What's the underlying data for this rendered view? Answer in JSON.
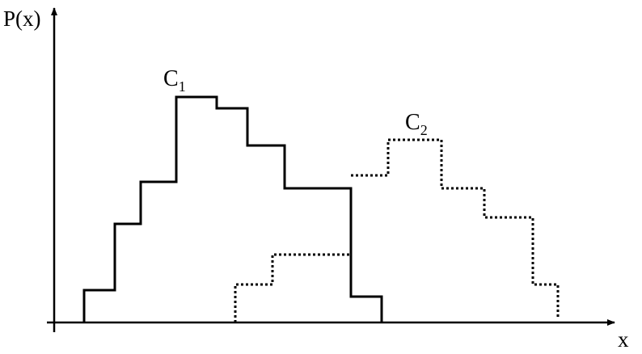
{
  "axes": {
    "y_label": "P(x)",
    "x_label": "x"
  },
  "curves": [
    {
      "label_main": "C",
      "label_sub": "1",
      "style": "solid",
      "color": "#000000"
    },
    {
      "label_main": "C",
      "label_sub": "2",
      "style": "dotted",
      "color": "#000000"
    }
  ]
}
